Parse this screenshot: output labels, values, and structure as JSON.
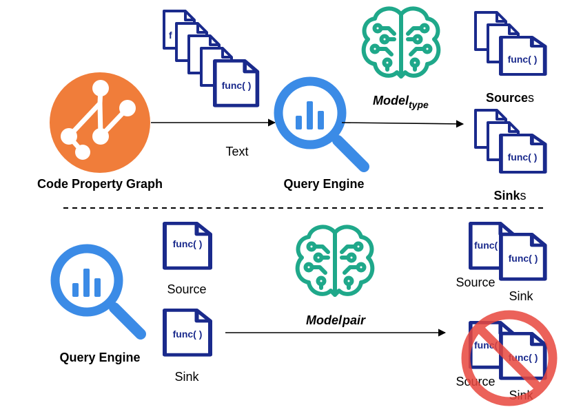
{
  "top": {
    "cpg_label": "Code Property Graph",
    "edge_label": "Text",
    "query_engine_label": "Query Engine",
    "model_main": "Model",
    "model_sub": "type",
    "sources_bold": "Source",
    "sources_rest": "s",
    "sinks_bold": "Sink",
    "sinks_rest": "s"
  },
  "bottom": {
    "query_engine_label": "Query Engine",
    "source_label": "Source",
    "sink_label": "Sink",
    "model_main": "Model",
    "model_sub": "pair",
    "pair_source_label": "Source",
    "pair_sink_label": "Sink",
    "bad_source_label": "Source",
    "bad_sink_label": "Sink"
  },
  "doc_text": "func( )",
  "colors": {
    "doc_stroke": "#1a2a8c",
    "cpg_orange": "#f07d3a",
    "query_blue": "#3b8be6",
    "brain_teal": "#1fa88a",
    "prohibit_red": "#e8473e"
  }
}
